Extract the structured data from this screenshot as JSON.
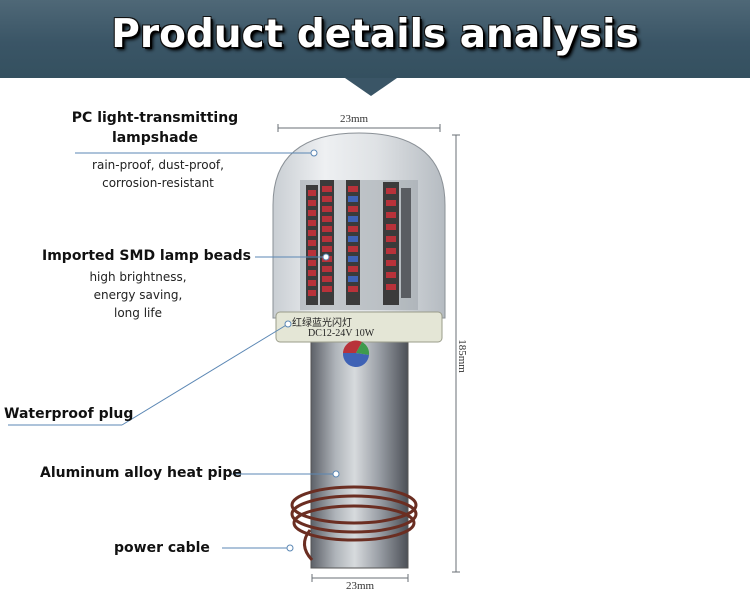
{
  "header": {
    "title": "Product details analysis"
  },
  "callouts": {
    "lampshade_title_1": "PC light-transmitting",
    "lampshade_title_2": "lampshade",
    "lampshade_desc_1": "rain-proof, dust-proof,",
    "lampshade_desc_2": "corrosion-resistant",
    "beads_title": "Imported SMD lamp beads",
    "beads_desc_1": "high brightness,",
    "beads_desc_2": "energy saving,",
    "beads_desc_3": "long life",
    "plug_title": "Waterproof plug",
    "pipe_title": "Aluminum alloy heat pipe",
    "cable_title": "power cable"
  },
  "dimensions": {
    "top_width": "23mm",
    "bottom_width": "23mm",
    "height": "185mm"
  },
  "product_markings": {
    "line1": "红绿蓝光闪灯",
    "line2": "DC12-24V  10W"
  },
  "colors": {
    "banner": "#3a5566",
    "leader_line": "#5b87b4",
    "beads_red": "#b8323a",
    "beads_blue": "#3f62b5",
    "beads_green": "#3f9a4d"
  }
}
